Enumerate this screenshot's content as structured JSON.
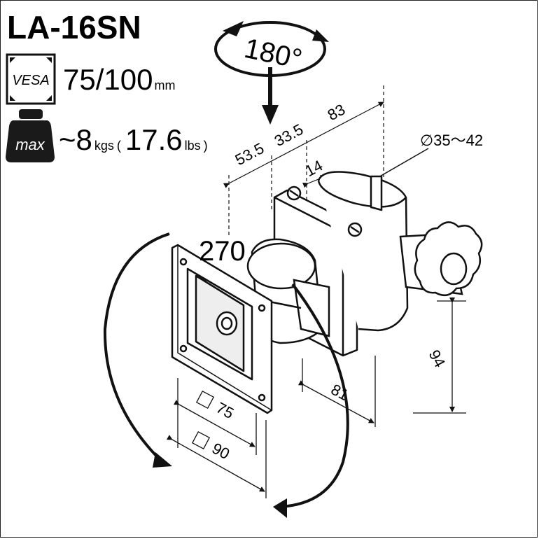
{
  "model": "LA-16SN",
  "vesa": {
    "badge": "VESA",
    "value": "75/100",
    "unit": "mm"
  },
  "weight": {
    "badge": "max",
    "approx": "~",
    "kg_value": "8",
    "kg_unit": "kgs",
    "open_paren": "(",
    "lb_value": "17.6",
    "lb_unit": "lbs",
    "close_paren": ")"
  },
  "rotation": {
    "swivel": "180°",
    "tilt": "270"
  },
  "dimensions": {
    "d1": "53.5",
    "d2": "33.5",
    "d3": "83",
    "d4": "14",
    "pole_diameter": "∅35～42",
    "height": "94",
    "depth": "81",
    "vesa_small": "75",
    "vesa_large": "90"
  },
  "colors": {
    "line": "#111111",
    "badge_fill": "#1a1a1a",
    "part_fill": "#ffffff",
    "shade": "#d9d9d9"
  }
}
